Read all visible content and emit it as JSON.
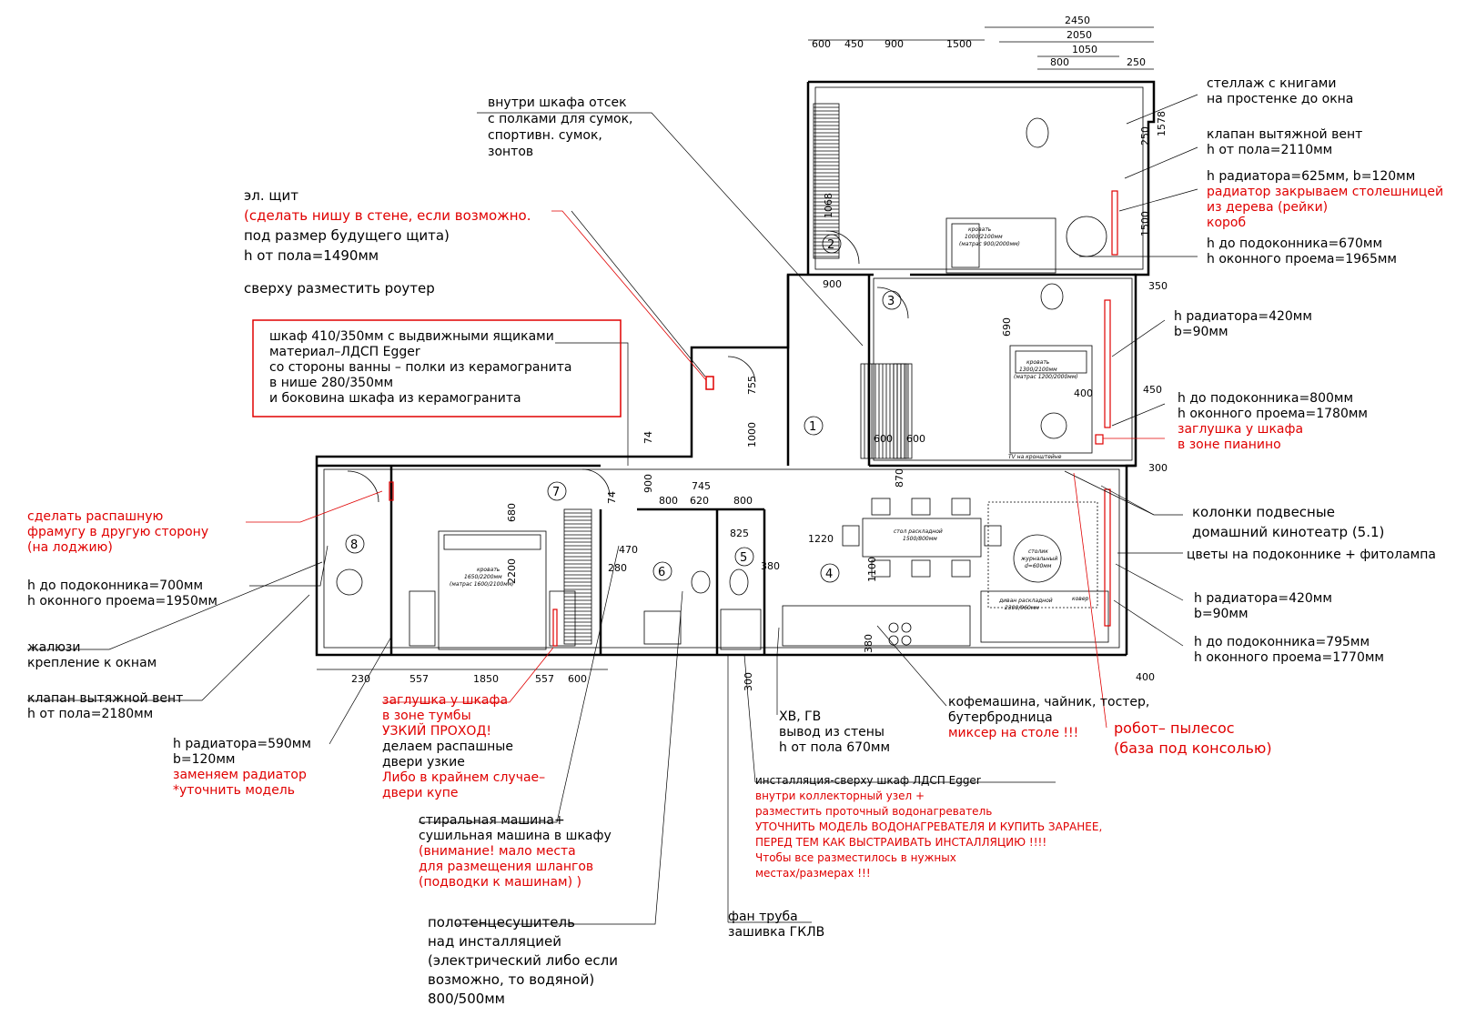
{
  "top_dims": {
    "row1": [
      "600",
      "450",
      "900",
      "1500"
    ],
    "total": "2450",
    "sub": [
      "2050",
      "1050",
      "800",
      "250"
    ]
  },
  "right_dims": [
    "1578",
    "250",
    "1500",
    "350",
    "450",
    "300",
    "400"
  ],
  "left_dims": [
    "1068",
    "900",
    "755",
    "1000",
    "74",
    "74",
    "900",
    "745",
    "800",
    "620",
    "800",
    "680",
    "2200",
    "470",
    "280",
    "825",
    "380",
    "1220",
    "870",
    "1100",
    "690",
    "400",
    "600",
    "600",
    "380"
  ],
  "bottom_dims": [
    "230",
    "557",
    "1850",
    "557",
    "600",
    "300"
  ],
  "room_numbers": [
    "1",
    "2",
    "3",
    "4",
    "5",
    "6",
    "7",
    "8"
  ],
  "furniture": {
    "bed1": [
      "кровать",
      "1300/2100мм",
      "(матрас 1200/2000мм)"
    ],
    "bed2": [
      "кровать",
      "1650/2200мм",
      "(матрас 1600/2100мм)"
    ],
    "table": [
      "стол раскладной",
      "1500/800мм"
    ],
    "sofa": [
      "диван раскладной",
      "2300/960мм"
    ],
    "coffee": [
      "столик",
      "журнальный",
      "d=600мм"
    ],
    "kover": "ковер",
    "bed_top": [
      "кровать",
      "1000/2100мм",
      "(матрас 900/2000мм)"
    ],
    "tv": "TV на кронштейне"
  },
  "notes": {
    "shkaf_otsek": [
      "внутри шкафа отсек",
      "с полками для сумок,",
      "спортивн. сумок,",
      "зонтов"
    ],
    "el_shchit_title": "эл. щит",
    "el_shchit_red": [
      "(сделать нишу в стене, если возможно.",
      "под размер будущего щита)"
    ],
    "el_shchit_h": "h от пола=1490мм",
    "router": "сверху разместить роутер",
    "box_lines": [
      "шкаф 410/350мм с выдвижными ящиками",
      "материал–ЛДСП Egger",
      "со стороны ванны – полки из керамогранита",
      "в нише 280/350мм",
      "и боковина шкафа из керамогранита"
    ],
    "steliazh": [
      "стеллаж с книгами",
      "на простенке до окна"
    ],
    "klapan_top": [
      "клапан вытяжной вент",
      "h от пола=2110мм"
    ],
    "radiator_top": "h радиатора=625мм, b=120мм",
    "radiator_top_red": [
      "радиатор закрываем столешницей",
      "из дерева (рейки)",
      "короб"
    ],
    "podokonnik_top": [
      "h до подоконника=670мм",
      "h оконного проема=1965мм"
    ],
    "radiator_mid": [
      "h радиатора=420мм",
      "b=90мм"
    ],
    "podokonnik_mid": [
      "h до подоконника=800мм",
      "h оконного проема=1780мм"
    ],
    "zaglushka_piano": [
      "заглушка у шкафа",
      "в зоне пианино"
    ],
    "kolonki": [
      "колонки подвесные",
      "домашний кинотеатр (5.1)"
    ],
    "cvety": "цветы на подоконнике + фитолампа",
    "radiator_low": [
      "h радиатора=420мм",
      "b=90мм"
    ],
    "podokonnik_low": [
      "h до подоконника=795мм",
      "h оконного проема=1770мм"
    ],
    "framuga": [
      "сделать распашную",
      "фрамугу в другую сторону",
      "(на лоджию)"
    ],
    "podokonnik_left": [
      "h до подоконника=700мм",
      "h оконного проема=1950мм"
    ],
    "zhaluzi": [
      "жалюзи",
      "крепление к окнам"
    ],
    "klapan_left": [
      "клапан вытяжной вент",
      "h от пола=2180мм"
    ],
    "radiator_left": [
      "h радиатора=590мм",
      "b=120мм"
    ],
    "radiator_left_red": [
      "заменяем радиатор",
      "*уточнить модель"
    ],
    "zaglushka_tumba": [
      "заглушка у шкафа",
      "в зоне тумбы",
      "УЗКИЙ ПРОХОД!"
    ],
    "dveri": [
      "делаем распашные",
      "двери узкие"
    ],
    "dveri_red": [
      "Либо в крайнем случае–",
      "двери купе"
    ],
    "stiralka": [
      "стиральная машина+",
      "сушильная машина в шкафу"
    ],
    "stiralka_red": [
      "(внимание! мало места",
      "для размещения шлангов",
      "(подводки к машинам) )"
    ],
    "polotence": [
      "полотенцесушитель",
      "над инсталляцией",
      "(электрический либо если",
      "возможно, то водяной)",
      "800/500мм"
    ],
    "hv_gv": [
      "ХВ, ГВ",
      "вывод из стены",
      "h от пола 670мм"
    ],
    "kofe": [
      "кофемашина, чайник, тостер,",
      "бутербродница"
    ],
    "mikser": "миксер на столе !!!",
    "robot": [
      "робот– пылесос",
      "(база под консолью)"
    ],
    "install_title": "инсталляция-сверху шкаф ЛДСП Egger",
    "install_red": [
      "внутри коллекторный узел +",
      "разместить проточный водонагреватель",
      "УТОЧНИТЬ МОДЕЛЬ ВОДОНАГРЕВАТЕЛЯ И КУПИТЬ ЗАРАНЕЕ,",
      "ПЕРЕД ТЕМ КАК ВЫСТРАИВАТЬ ИНСТАЛЛЯЦИЮ !!!!",
      "Чтобы все разместилось в нужных",
      "местах/размерах !!!"
    ],
    "fan": [
      "фан труба",
      "зашивка ГКЛВ"
    ]
  },
  "colors": {
    "line": "#000000",
    "accent": "#e00000"
  }
}
